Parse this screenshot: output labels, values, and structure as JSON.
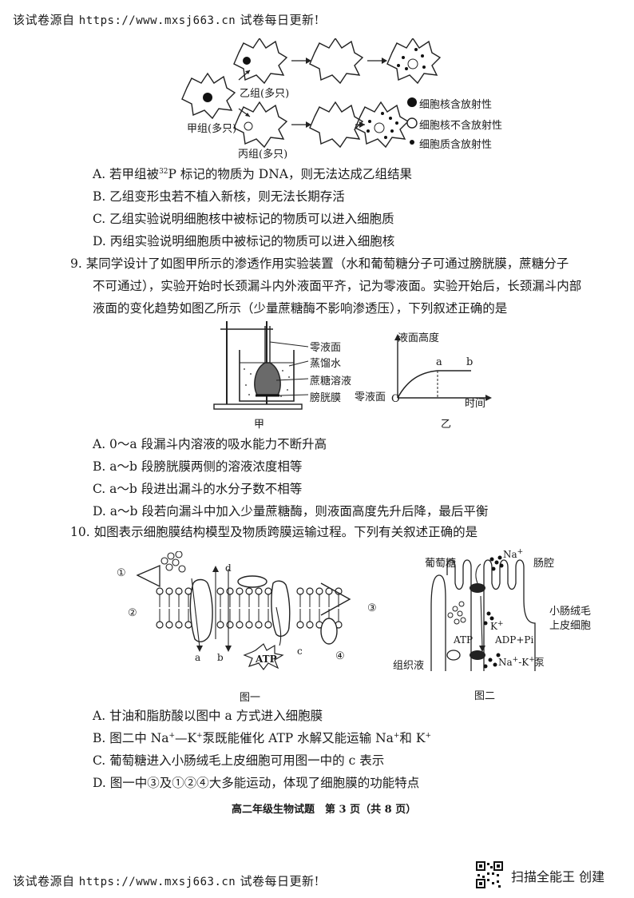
{
  "header": {
    "source": "该试卷源自",
    "url": "https://www.mxsj663.cn",
    "tail": "试卷每日更新!"
  },
  "q8": {
    "diagram": {
      "group_jia": "甲组(多只)",
      "group_yi": "乙组(多只)",
      "group_bing": "丙组(多只)",
      "legend": [
        "细胞核含放射性",
        "细胞核不含放射性",
        "细胞质含放射性"
      ]
    },
    "options": {
      "A_pre": "A. 若甲组被",
      "A_sup": "32",
      "A_post": "P 标记的物质为 DNA，则无法达成乙组结果",
      "B": "B. 乙组变形虫若不植入新核，则无法长期存活",
      "C": "C. 乙组实验说明细胞核中被标记的物质可以进入细胞质",
      "D": "D. 丙组实验说明细胞质中被标记的物质可以进入细胞核"
    }
  },
  "q9": {
    "stem": [
      "9. 某同学设计了如图甲所示的渗透作用实验装置（水和葡萄糖分子可通过膀胱膜，蔗糖分子",
      "不可通过），实验开始时长颈漏斗内外液面平齐，记为零液面。实验开始后，长颈漏斗内部",
      "液面的变化趋势如图乙所示（少量蔗糖酶不影响渗透压），下列叙述正确的是"
    ],
    "fig_jia": {
      "labels": [
        "零液面",
        "蒸馏水",
        "蔗糖溶液",
        "膀胱膜"
      ],
      "caption": "甲"
    },
    "fig_yi": {
      "ylabel": "液面高度",
      "zero": "零液面",
      "origin": "O",
      "xlabel": "时间",
      "pt_a": "a",
      "pt_b": "b",
      "caption": "乙"
    },
    "options": {
      "A": "A. 0～a 段漏斗内溶液的吸水能力不断升高",
      "B": "B. a～b 段膀胱膜两侧的溶液浓度相等",
      "C": "C. a～b 段进出漏斗的水分子数不相等",
      "D": "D. a～b 段若向漏斗中加入少量蔗糖酶，则液面高度先升后降，最后平衡"
    }
  },
  "q10": {
    "stem": "10. 如图表示细胞膜结构模型及物质跨膜运输过程。下列有关叙述正确的是",
    "fig1": {
      "n1": "①",
      "n2": "②",
      "n3": "③",
      "n4": "④",
      "a": "a",
      "b": "b",
      "c": "c",
      "d": "d",
      "atp": "ATP",
      "caption": "图一"
    },
    "fig2": {
      "glucose": "葡萄糖",
      "na": "Na",
      "lumen": "肠腔",
      "villus1": "小肠绒毛",
      "villus2": "上皮细胞",
      "k": "K",
      "atp": "ATP",
      "adp": "ADP+Pi",
      "pump": "Na",
      "pump_mid": "-K",
      "pump_end": "泵",
      "tissue": "组织液",
      "caption": "图二"
    },
    "options": {
      "A": "A. 甘油和脂肪酸以图中 a 方式进入细胞膜",
      "B_pre": "B. 图二中 Na",
      "B_mid": "—K",
      "B_mid2": "泵既能催化 ATP 水解又能运输 Na",
      "B_end": "和 K",
      "C": "C. 葡萄糖进入小肠绒毛上皮细胞可用图一中的 c 表示",
      "D": "D. 图一中③及①②④大多能运动，体现了细胞膜的功能特点"
    }
  },
  "footer": {
    "page": "高二年级生物试题　第 3 页（共 8 页）",
    "source": "该试卷源自",
    "url": "https://www.mxsj663.cn",
    "tail": "试卷每日更新!",
    "scanner": "扫描全能王 创建"
  }
}
